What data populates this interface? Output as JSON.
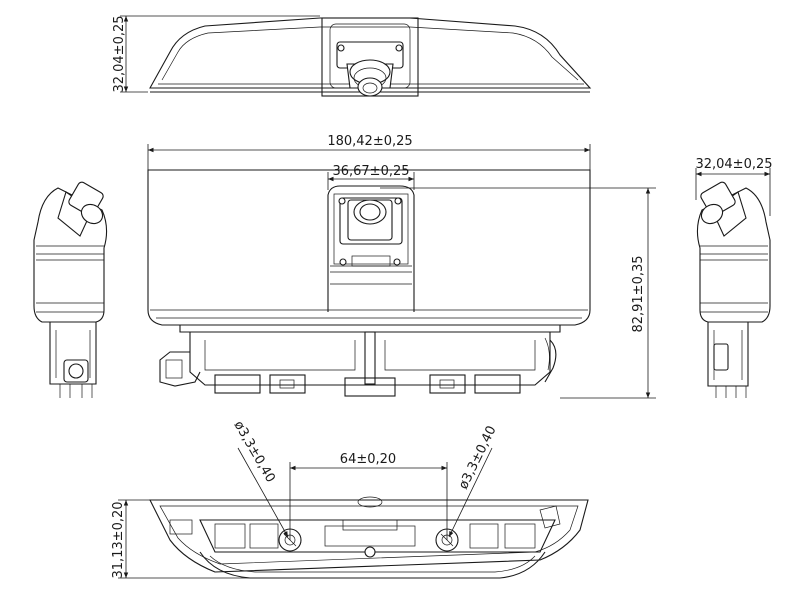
{
  "drawing": {
    "dimensions": {
      "top_height": "32,04±0,25",
      "overall_width": "180,42±0,25",
      "camera_width": "36,67±0,25",
      "side_width": "32,04±0,25",
      "overall_height": "82,91±0,35",
      "hole_spacing": "64±0,20",
      "hole_left": "ø3,3±0,40",
      "hole_right": "ø3,3±0,40",
      "bottom_height": "31,13±0,20"
    }
  }
}
